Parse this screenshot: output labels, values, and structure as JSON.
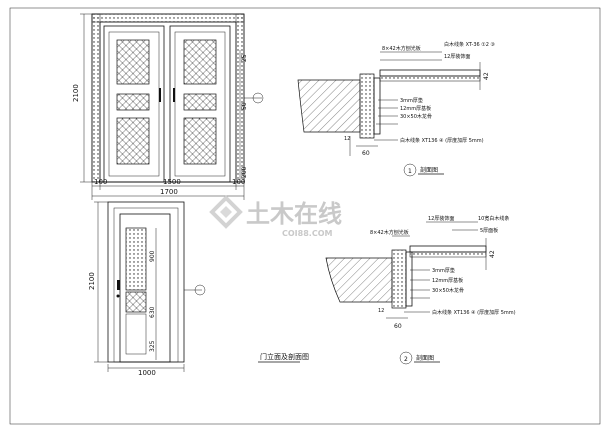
{
  "double_door": {
    "dims_bottom": [
      "100",
      "1500",
      "100"
    ],
    "dim_total": "1700",
    "dim_height": "2100",
    "dims_right": [
      "25",
      "50",
      "200"
    ]
  },
  "single_door": {
    "dim_width": "1000",
    "dim_height": "2100",
    "dims_right": [
      "900",
      "630",
      "325"
    ],
    "title": "门立面及剖面图"
  },
  "section1": {
    "labels": [
      "8×42木方刨光板",
      "白木线条 XT-36 ①2 ③",
      "12厚装饰面",
      "3mm厚垫",
      "12mm厚基板",
      "30×50木龙骨",
      "白木线条 XT136 ④ (厚度加厚 5mm)"
    ],
    "dims": [
      "42",
      "60",
      "12"
    ],
    "circle_num": "1",
    "caption": "剖面图"
  },
  "section2": {
    "labels": [
      "12厚装饰面",
      "10宽白木线条",
      "5厚面板",
      "8×42木方刨光板",
      "3mm厚垫",
      "12mm厚基板",
      "30×50木龙骨",
      "白木线条 XT136 ④ (厚度加厚 5mm)"
    ],
    "dims": [
      "42",
      "60",
      "12"
    ],
    "circle_num": "2",
    "caption": "剖面图"
  },
  "watermark": {
    "title": "土木在线",
    "sub": "COI88.COM"
  }
}
